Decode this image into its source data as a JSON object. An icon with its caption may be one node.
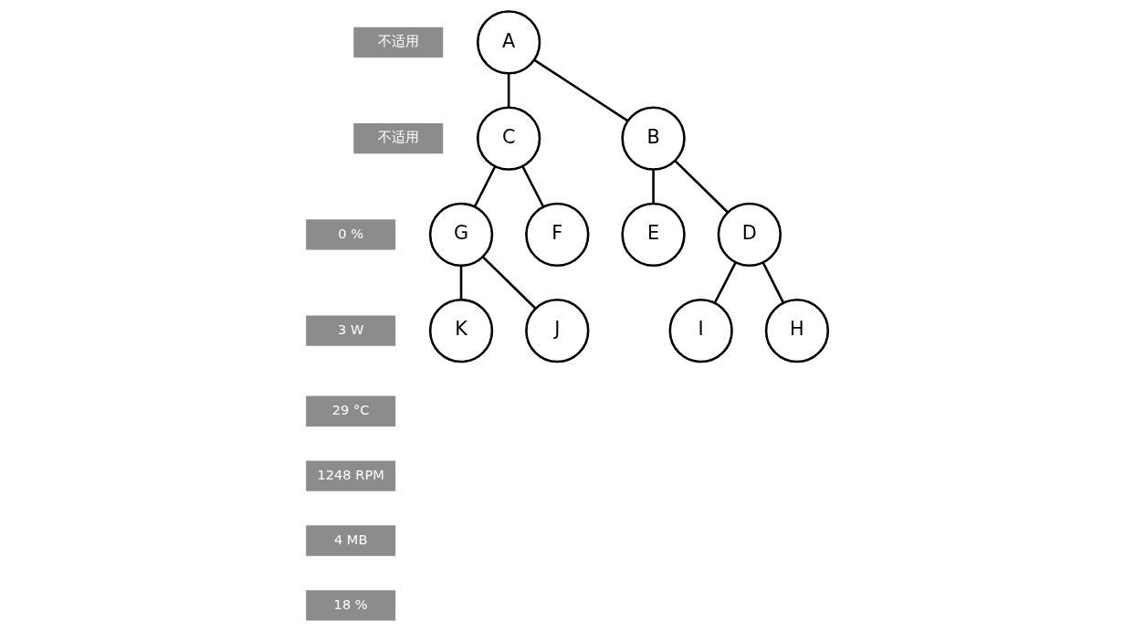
{
  "diagram": {
    "nodes": [
      {
        "text": [
          "A"
        ]
      },
      {
        "text": [
          "B"
        ]
      },
      {
        "text": [
          "C"
        ]
      },
      {
        "text": [
          "D"
        ]
      },
      {
        "text": [
          "E"
        ]
      },
      {
        "text": [
          "F"
        ]
      },
      {
        "text": [
          "G"
        ]
      },
      {
        "text": [
          "H"
        ]
      },
      {
        "text": [
          "I"
        ]
      },
      {
        "text": [
          "J"
        ]
      },
      {
        "text": [
          "K"
        ]
      }
    ],
    "edges": [
      {
        "from": 0,
        "to": 1,
        "arrow": "none"
      },
      {
        "from": 0,
        "to": 2,
        "arrow": "none"
      },
      {
        "from": 1,
        "to": 3,
        "arrow": "none"
      },
      {
        "from": 1,
        "to": 4,
        "arrow": "none"
      },
      {
        "from": 2,
        "to": 5,
        "arrow": "none"
      },
      {
        "from": 2,
        "to": 6,
        "arrow": "none"
      },
      {
        "from": 3,
        "to": 7,
        "arrow": "none"
      },
      {
        "from": 3,
        "to": 8,
        "arrow": "none"
      },
      {
        "from": 6,
        "to": 9,
        "arrow": "none"
      },
      {
        "from": 6,
        "to": 10,
        "arrow": "none"
      }
    ],
    "labels": [
      "不适用",
      "不适用",
      "0 %",
      "3 W",
      "29 °C",
      "1248 RPM",
      "4 MB",
      "18 %"
    ]
  }
}
